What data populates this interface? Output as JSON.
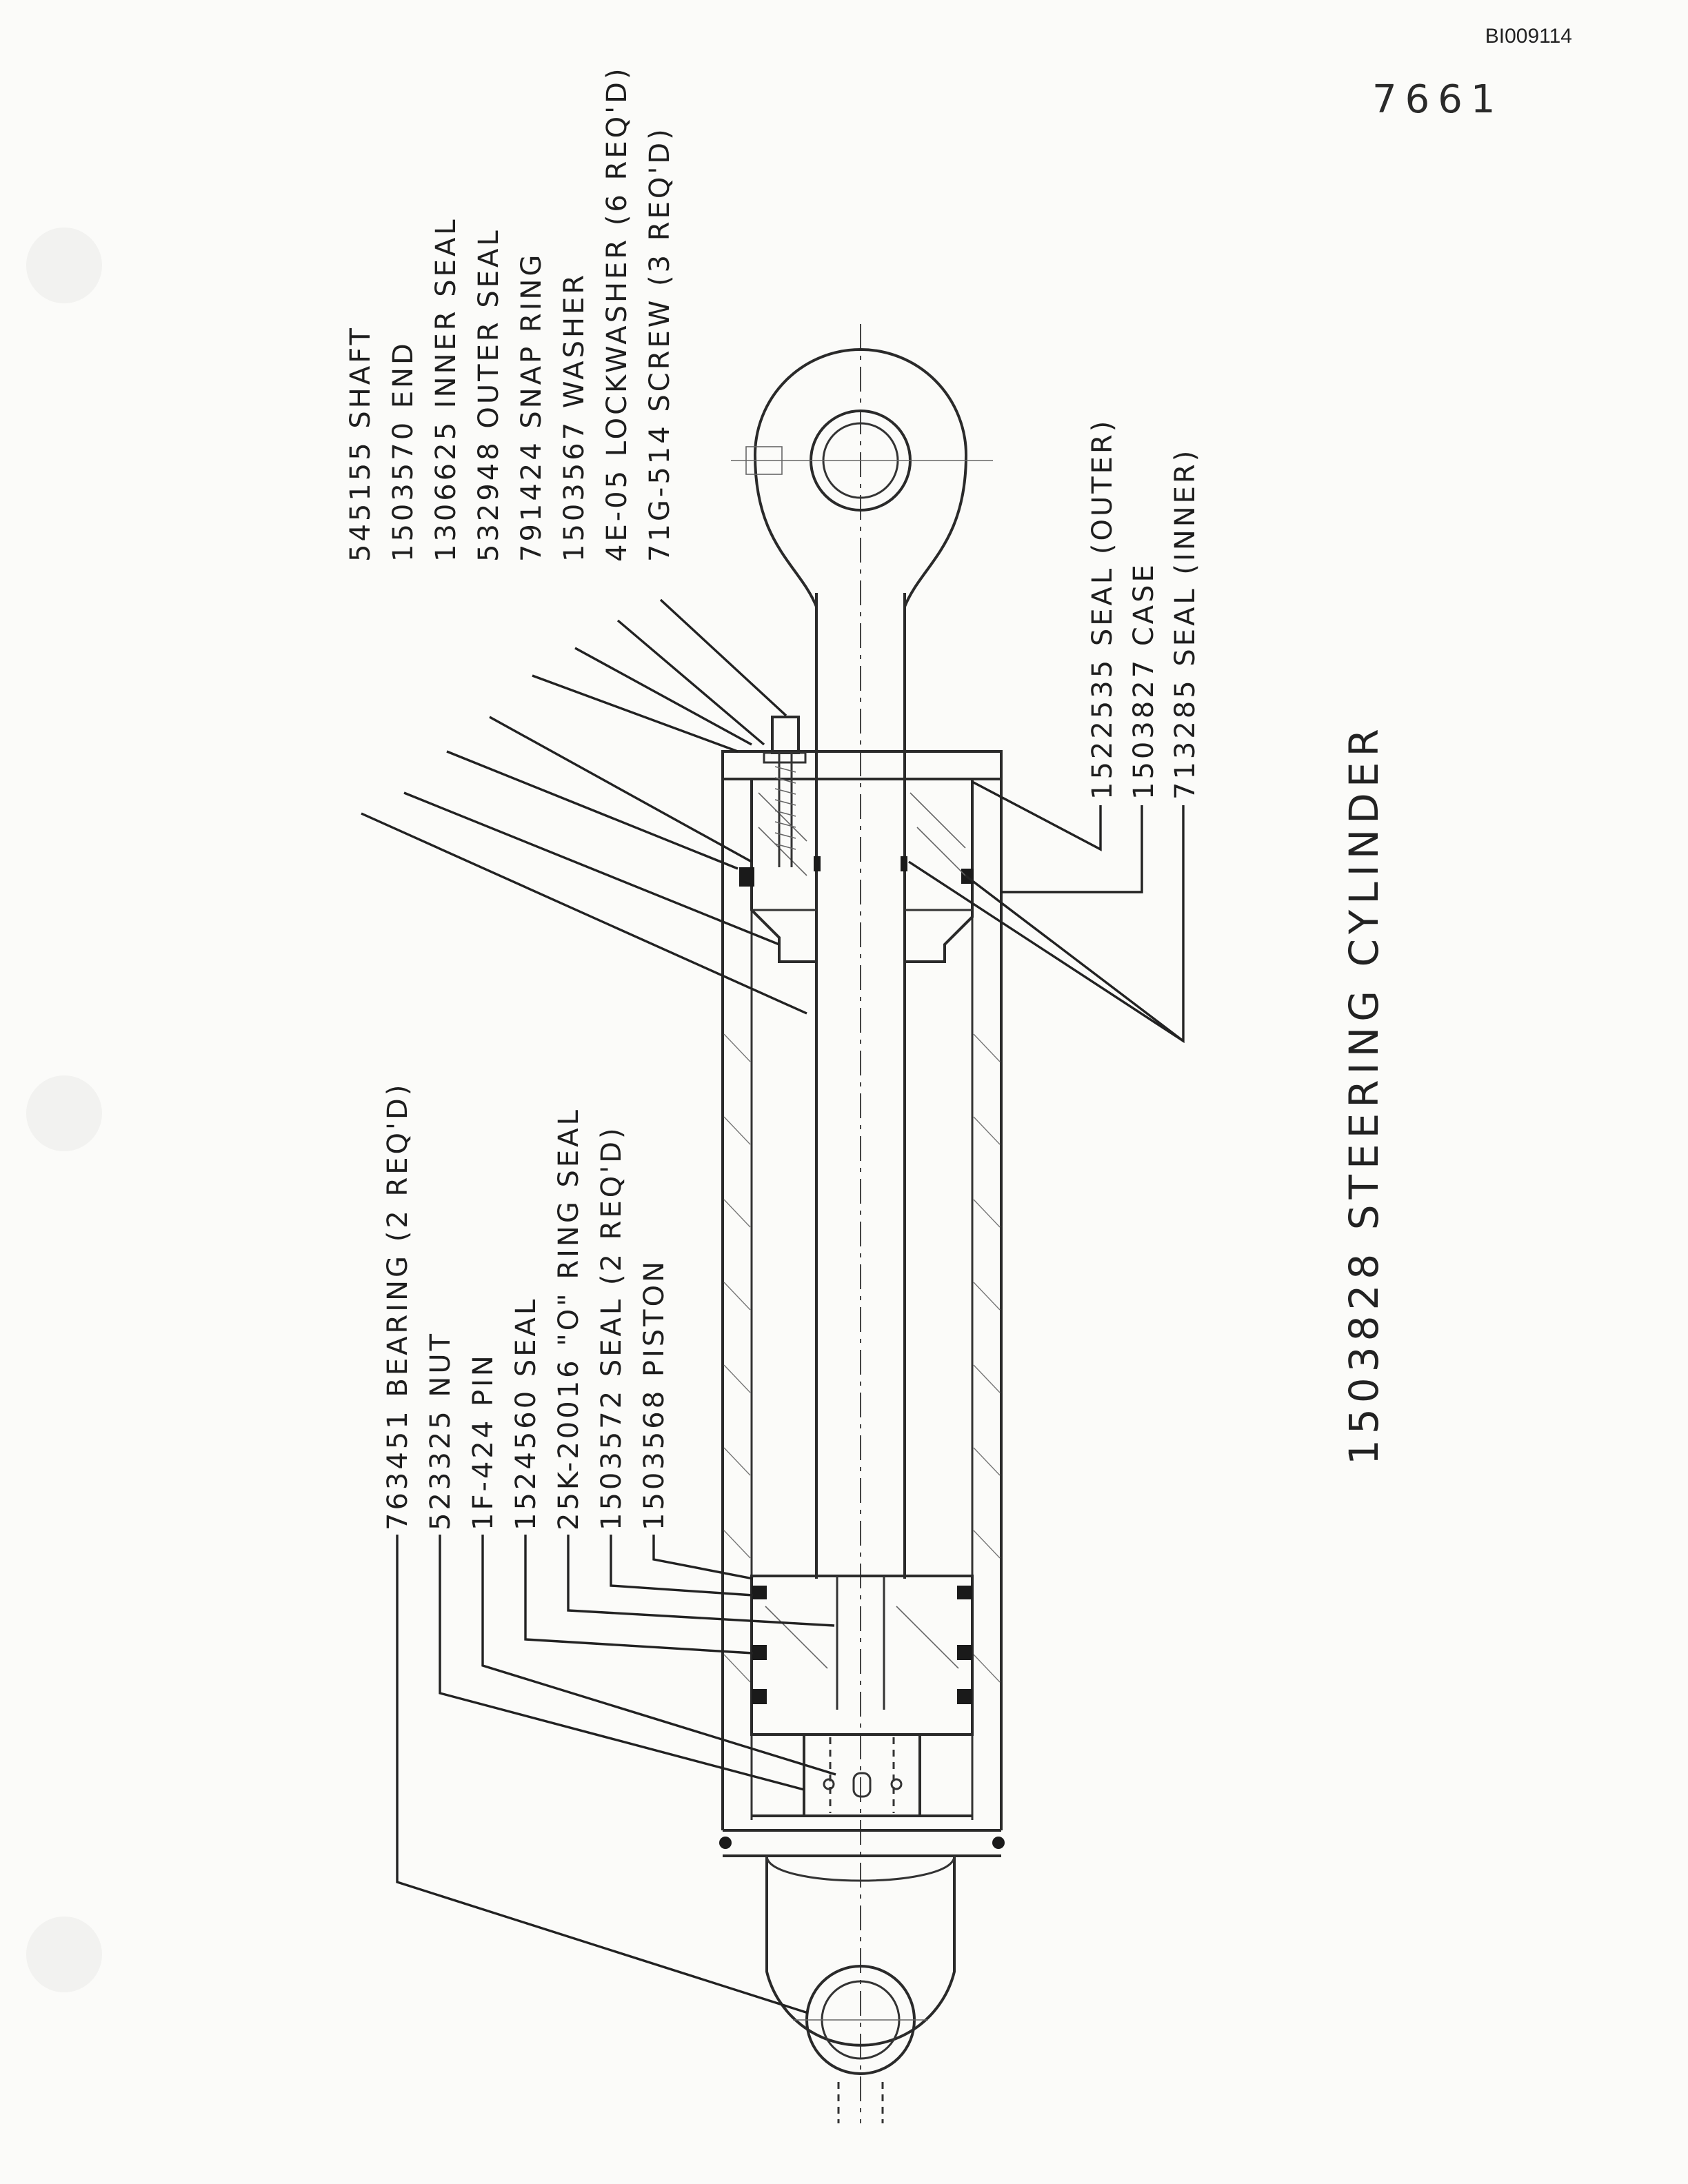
{
  "document_id": "BI009114",
  "sheet_number": "7661",
  "title": "1503828 STEERING CYLINDER",
  "labels_top": [
    "545155 SHAFT",
    "1503570 END",
    "1306625 INNER SEAL",
    "532948 OUTER SEAL",
    "791424 SNAP RING",
    "1503567 WASHER",
    "4E-05 LOCKWASHER (6 REQ'D)",
    "71G-514 SCREW (3 REQ'D)"
  ],
  "labels_right": [
    "1522535 SEAL (OUTER)",
    "1503827 CASE",
    "713285 SEAL (INNER)"
  ],
  "labels_bottom": [
    "763451 BEARING (2 REQ'D)",
    "523325 NUT",
    "1F-424 PIN",
    "1524560 SEAL",
    "25K-20016 \"O\" RING SEAL",
    "1503572 SEAL (2 REQ'D)",
    "1503568 PISTON"
  ]
}
